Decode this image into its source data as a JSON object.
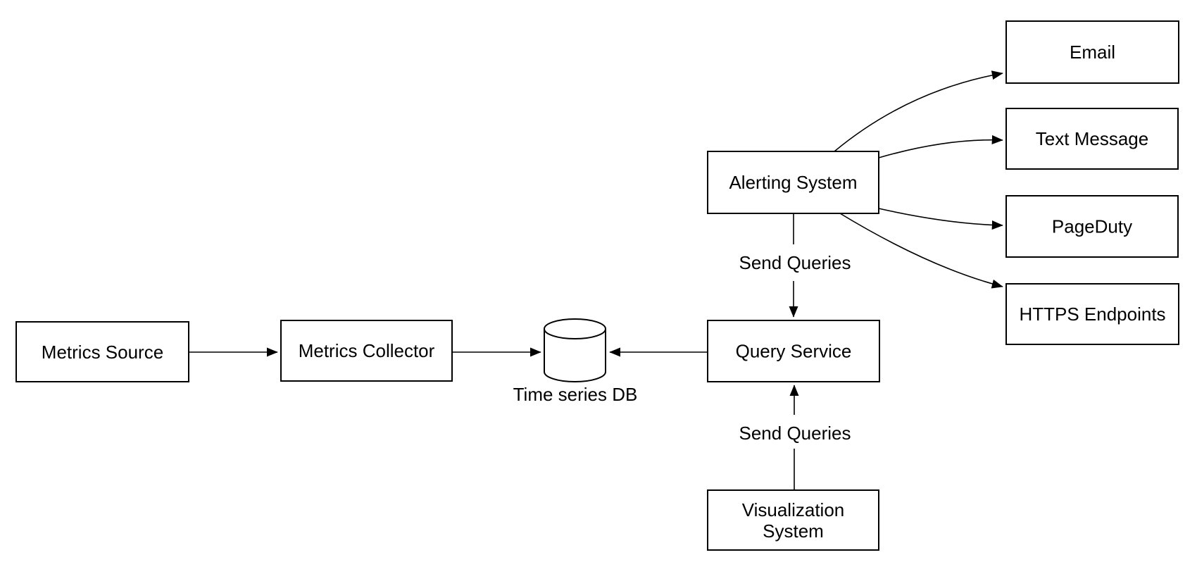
{
  "diagram": {
    "colors": {
      "stroke": "#000000",
      "node_fill": "#ffffff",
      "text": "#000000",
      "background": "#ffffff"
    },
    "nodes": {
      "metrics_source": {
        "label": "Metrics Source"
      },
      "metrics_collector": {
        "label": "Metrics Collector"
      },
      "time_series_db": {
        "label": "Time series DB",
        "shape": "database-cylinder"
      },
      "query_service": {
        "label": "Query Service"
      },
      "alerting_system": {
        "label": "Alerting System"
      },
      "visualization_system": {
        "label": "Visualization System",
        "label_lines": [
          "Visualization",
          "System"
        ]
      },
      "email": {
        "label": "Email"
      },
      "text_message": {
        "label": "Text Message"
      },
      "pageduty": {
        "label": "PageDuty"
      },
      "https_endpoints": {
        "label": "HTTPS Endpoints"
      }
    },
    "edges": [
      {
        "from": "metrics_source",
        "to": "metrics_collector",
        "label": ""
      },
      {
        "from": "metrics_collector",
        "to": "time_series_db",
        "label": ""
      },
      {
        "from": "query_service",
        "to": "time_series_db",
        "label": ""
      },
      {
        "from": "alerting_system",
        "to": "query_service",
        "label": "Send Queries"
      },
      {
        "from": "visualization_system",
        "to": "query_service",
        "label": "Send Queries"
      },
      {
        "from": "alerting_system",
        "to": "email",
        "label": ""
      },
      {
        "from": "alerting_system",
        "to": "text_message",
        "label": ""
      },
      {
        "from": "alerting_system",
        "to": "pageduty",
        "label": ""
      },
      {
        "from": "alerting_system",
        "to": "https_endpoints",
        "label": ""
      }
    ]
  }
}
